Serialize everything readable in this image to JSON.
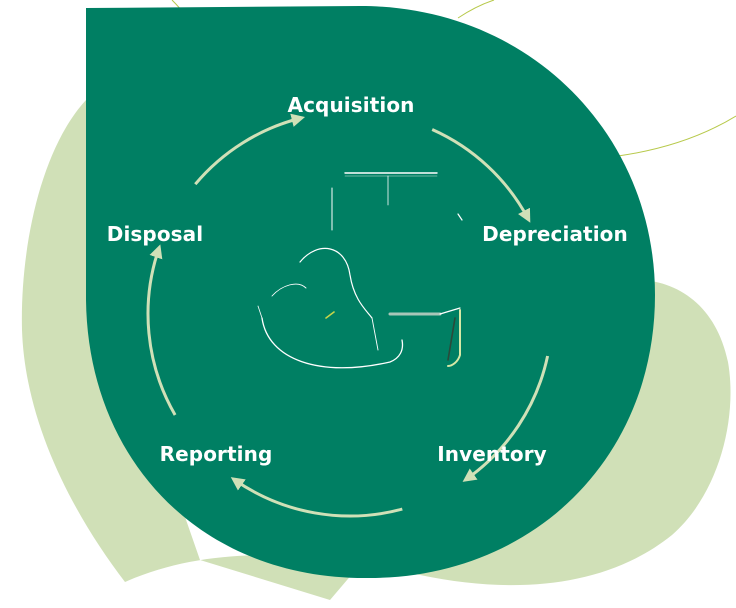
{
  "diagram": {
    "type": "cycle",
    "stages": [
      {
        "id": "acquisition",
        "label": "Acquisition"
      },
      {
        "id": "depreciation",
        "label": "Depreciation"
      },
      {
        "id": "inventory",
        "label": "Inventory"
      },
      {
        "id": "reporting",
        "label": "Reporting"
      },
      {
        "id": "disposal",
        "label": "Disposal"
      }
    ],
    "flow": "clockwise",
    "icon": "loading-truck-icon"
  },
  "colors": {
    "main_blob": "#007f63",
    "background_blob": "#d0e0b7",
    "cycle_line": "#d0e0b7",
    "label_text": "#ffffff",
    "icon_outline": "#ffffff",
    "icon_accent": "#c6d54a",
    "decor_line": "#b7c94a"
  }
}
